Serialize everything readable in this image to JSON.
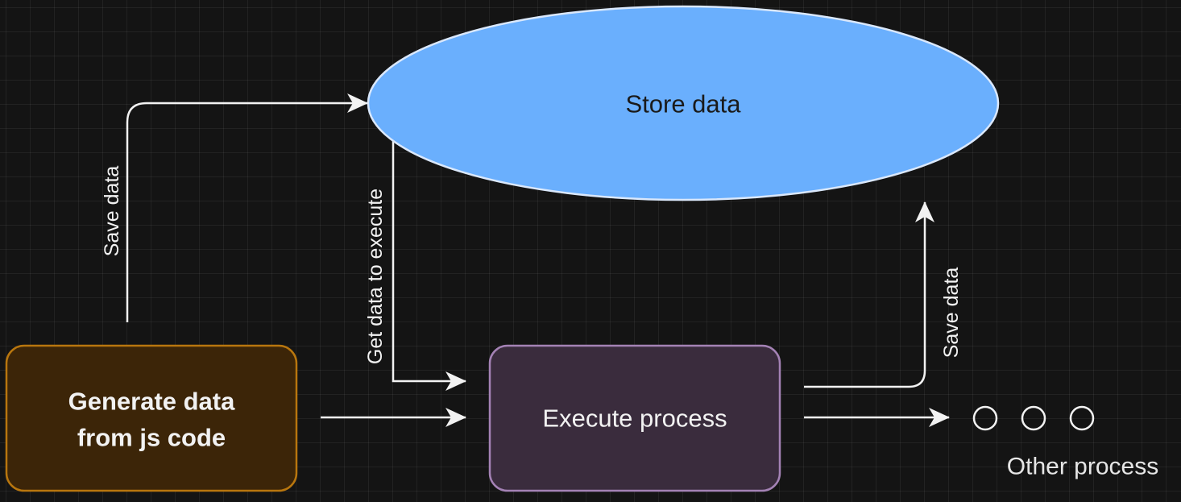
{
  "nodes": {
    "store": {
      "label": "Store data",
      "fill": "#6aaffd",
      "stroke": "#dae8fc",
      "text_color": "#1a1a1a"
    },
    "generate": {
      "label_line1": "Generate data",
      "label_line2": "from js code",
      "fill": "#3c2508",
      "stroke": "#b8760e",
      "text_color": "#f2f2f2"
    },
    "execute": {
      "label": "Execute process",
      "fill": "#3a2c3d",
      "stroke": "#a482b5",
      "text_color": "#f2f2f2"
    },
    "other": {
      "label": "Other process",
      "text_color": "#e6e6e6"
    }
  },
  "edges": {
    "save_data_left": {
      "label": "Save data"
    },
    "get_data": {
      "label": "Get data to execute"
    },
    "save_data_right": {
      "label": "Save data"
    }
  },
  "colors": {
    "background": "#141414",
    "edge": "#f2f2f2"
  }
}
